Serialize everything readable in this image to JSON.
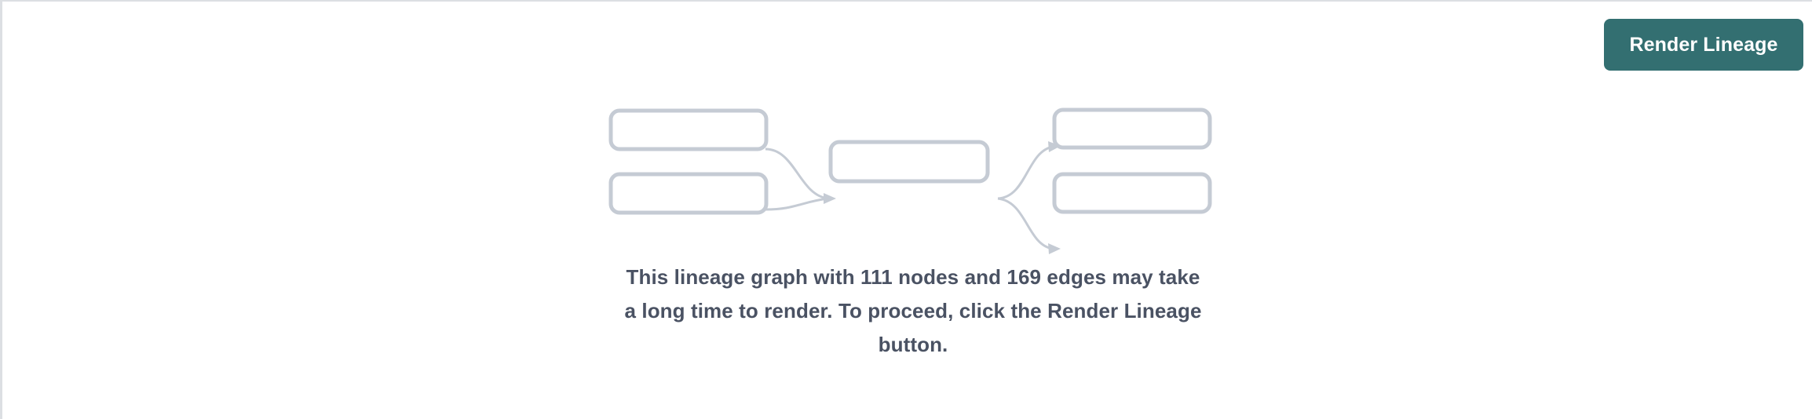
{
  "panel": {
    "background_color": "#ffffff",
    "border_color": "#dcdfe3"
  },
  "toolbar": {
    "render_button_label": "Render Lineage",
    "render_button_color": "#336f71",
    "render_button_text_color": "#ffffff"
  },
  "illustration": {
    "node_count": 5,
    "edge_count": 4,
    "node_fill": "#ffffff",
    "node_stroke": "#c5cbd4",
    "edge_stroke": "#c5cbd4",
    "nodes": [
      {
        "id": "left-top",
        "label": ""
      },
      {
        "id": "left-bottom",
        "label": ""
      },
      {
        "id": "center",
        "label": ""
      },
      {
        "id": "right-top",
        "label": ""
      },
      {
        "id": "right-bottom",
        "label": ""
      }
    ]
  },
  "message": {
    "text_color": "#4a5263",
    "node_count": "111",
    "edge_count": "169",
    "line1": "This lineage graph with 111 nodes and 169 edges may take",
    "line2": "a long time to render. To proceed, click the Render Lineage",
    "line3": "button.",
    "full_text": "This lineage graph with 111 nodes and 169 edges may take a long time to render. To proceed, click the Render Lineage button."
  }
}
